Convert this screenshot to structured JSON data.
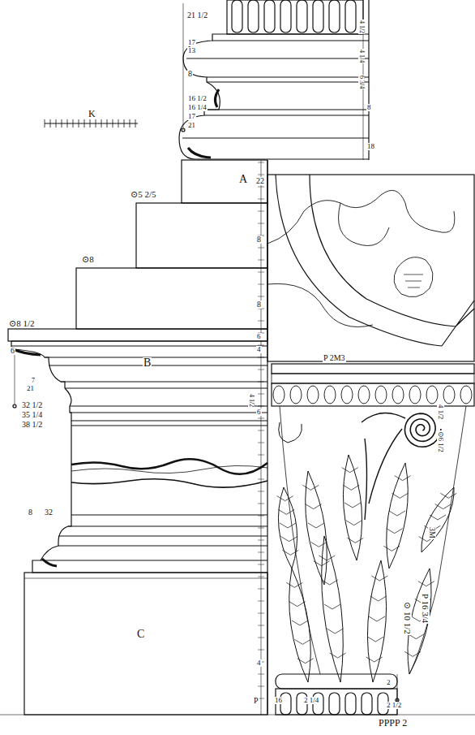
{
  "diagram": {
    "labels": [
      "21 1/2",
      "17",
      "13",
      "8",
      "16 1/2",
      "16 1/4",
      "17",
      "21",
      "K",
      "A",
      "22",
      "⊙5 2/5",
      "8",
      "⊙8",
      "8",
      "⊙8 1/2",
      "6",
      "B",
      "7",
      "21",
      "32 1/2",
      "35 1/4",
      "38 1/2",
      "8",
      "32",
      "C",
      "P 2M3",
      "4 1/2",
      "⊙6 1/2",
      "3M",
      "⊙ 10 1/2",
      "P 16 3/4",
      "P",
      "16",
      "2 1/4",
      "2",
      "2 1/2",
      "4 1/2",
      "4 1/4",
      "6 3/4",
      "8",
      "18",
      "6",
      "4",
      "4 1/2",
      "6",
      "4",
      "PPPP 2"
    ]
  }
}
